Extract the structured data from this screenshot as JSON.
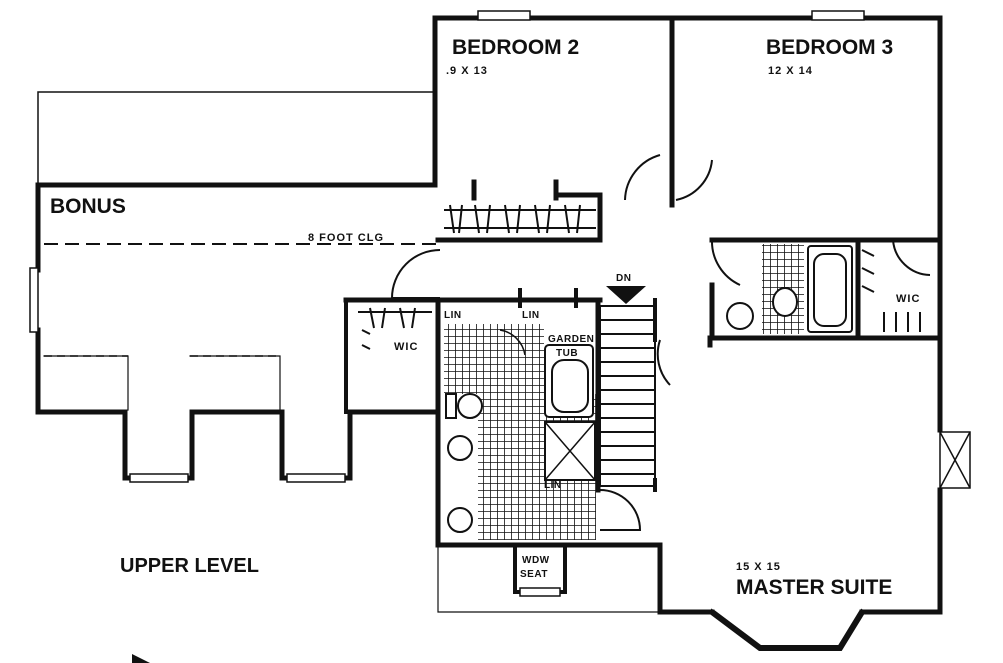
{
  "rooms": {
    "bedroom2": {
      "name": "BEDROOM 2",
      "dims": ".9 X 13"
    },
    "bedroom3": {
      "name": "BEDROOM 3",
      "dims": "12 X 14"
    },
    "bonus": {
      "name": "BONUS",
      "ceiling": "8 FOOT CLG"
    },
    "master": {
      "name": "MASTER SUITE",
      "dims": "15 X 15"
    }
  },
  "labels": {
    "wic_left": "WIC",
    "wic_right": "WIC",
    "lin_left": "LIN",
    "lin_right": "LIN",
    "lin_lower": "LIN",
    "garden_tub_1": "GARDEN",
    "garden_tub_2": "TUB",
    "dn": "DN",
    "wdw_seat_1": "WDW",
    "wdw_seat_2": "SEAT",
    "upper_level": "UPPER LEVEL"
  },
  "colors": {
    "ink": "#111111",
    "paper": "#ffffff"
  }
}
